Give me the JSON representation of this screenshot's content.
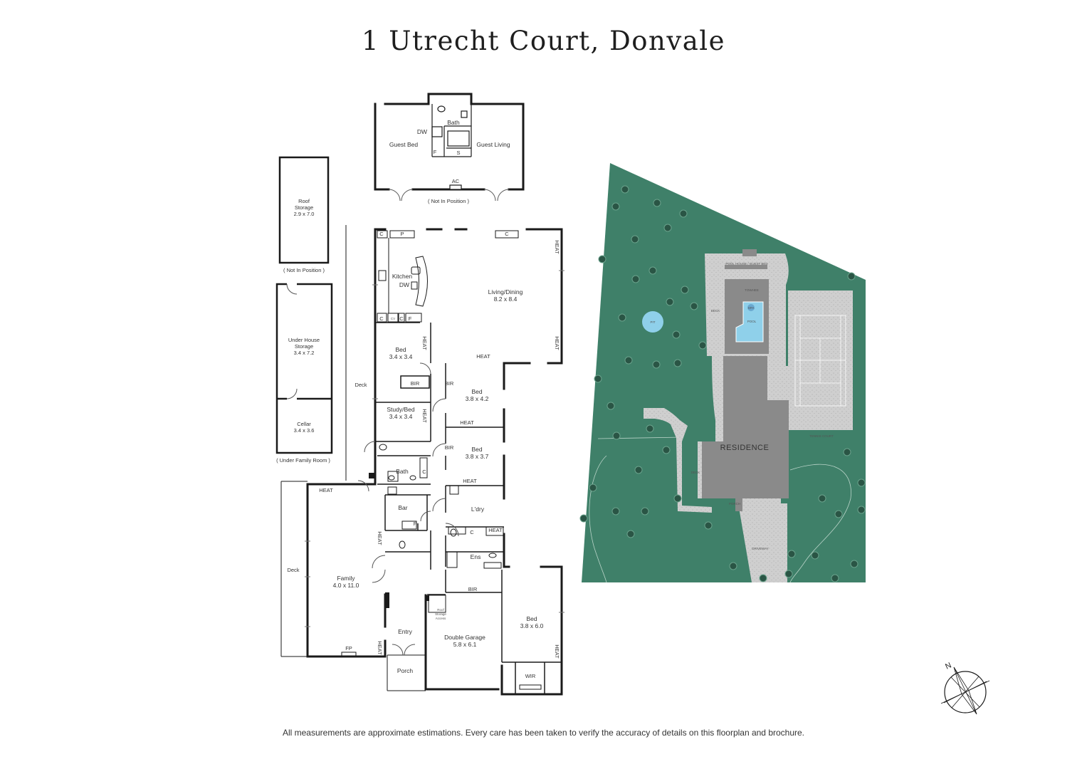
{
  "title": "1 Utrecht Court, Donvale",
  "disclaimer": "All measurements are approximate estimations. Every care has been taken to verify the accuracy of details on this floorplan and brochure.",
  "guest": {
    "bath": "Bath",
    "dw": "DW",
    "guest_bed": "Guest Bed",
    "guest_living": "Guest Living",
    "f": "F",
    "s": "S",
    "ac": "AC",
    "not_in_position": "( Not In Position )"
  },
  "storage": {
    "roof": "Roof",
    "roof2": "Storage",
    "roof_dim": "2.9 x 7.0",
    "roof_note": "( Not In Position )",
    "under": "Under House",
    "under2": "Storage",
    "under_dim": "3.4 x 7.2",
    "cellar": "Cellar",
    "cellar_dim": "3.4 x 3.6",
    "cellar_note": "( Under Family Room )"
  },
  "rooms": {
    "c": "C",
    "p": "P",
    "cv": "CV",
    "f": "F",
    "heat": "HEAT",
    "bir": "BIR",
    "kitchen": "Kitchen",
    "dw": "DW",
    "living": "Living/Dining",
    "living_dim": "8.2 x 8.4",
    "bed1": "Bed",
    "bed1_dim": "3.4 x 3.4",
    "study": "Study/Bed",
    "study_dim": "3.4 x 3.4",
    "bed2": "Bed",
    "bed2_dim": "3.8 x 4.2",
    "bed3": "Bed",
    "bed3_dim": "3.8 x 3.7",
    "deck": "Deck",
    "bath": "Bath",
    "bar": "Bar",
    "ldry": "L'dry",
    "ens": "Ens",
    "family": "Family",
    "family_dim": "4.0 x 11.0",
    "fp": "FP",
    "entry": "Entry",
    "porch": "Porch",
    "roof_access1": "Roof",
    "roof_access2": "Storage",
    "roof_access3": "Access",
    "garage": "Double Garage",
    "garage_dim": "5.8 x 6.1",
    "bed4": "Bed",
    "bed4_dim": "3.8 x 6.0",
    "wir": "WIR"
  },
  "site": {
    "residence": "RESIDENCE",
    "tennis": "TENNIS COURT",
    "pool": "POOL",
    "spa": "SPA",
    "decks": "DECK",
    "pool_house": "POOL HOUSE / GUEST BED",
    "driveway": "DRIVEWAY",
    "porch": "PORCH",
    "pit": "PIT",
    "towhee": "TOWHEE"
  },
  "compass": {
    "north": "N"
  },
  "colors": {
    "land": "#3f8069",
    "building": "#8a8a8a",
    "paving": "#cfcfcf",
    "pool": "#8fd0ea",
    "wall": "#1a1a1a"
  }
}
